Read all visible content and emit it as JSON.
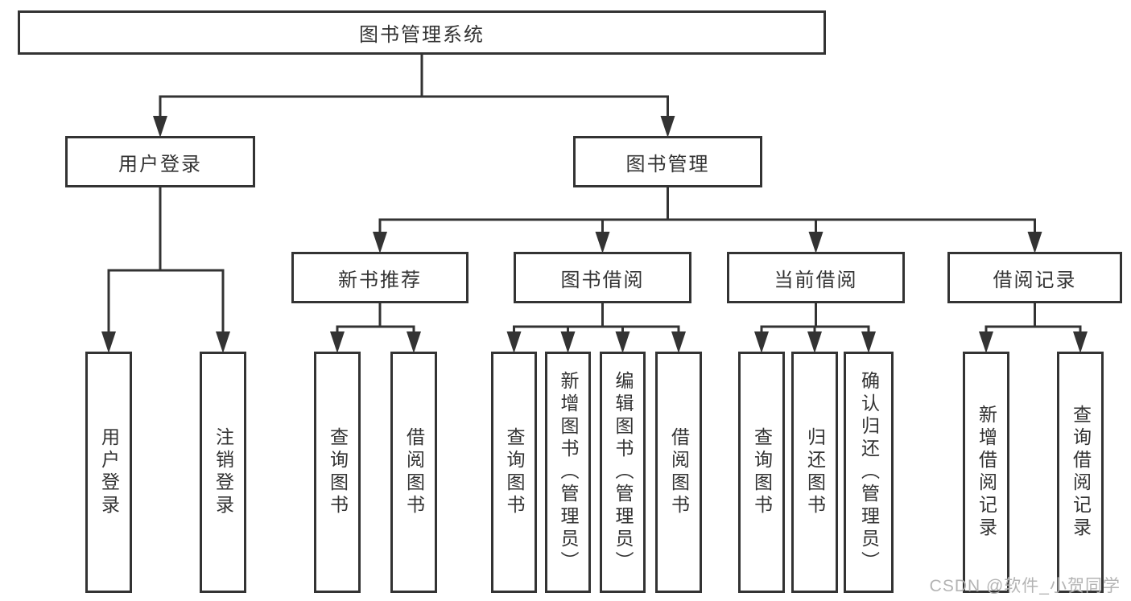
{
  "diagram": {
    "type": "tree",
    "title": "图书管理系统",
    "watermark": "CSDN @软件_小贺同学",
    "colors": {
      "line": "#333333",
      "box_border": "#333333",
      "text": "#333333",
      "watermark": "#b4b4b4",
      "background": "#ffffff"
    },
    "nodes": {
      "root": {
        "label": "图书管理系统"
      },
      "user_login": {
        "label": "用户登录"
      },
      "book_mgmt": {
        "label": "图书管理"
      },
      "new_book_rec": {
        "label": "新书推荐"
      },
      "book_borrow": {
        "label": "图书借阅"
      },
      "current_borrow": {
        "label": "当前借阅"
      },
      "borrow_record": {
        "label": "借阅记录"
      },
      "leaf_user_login": {
        "label": "用户登录"
      },
      "leaf_logout": {
        "label": "注销登录"
      },
      "leaf_query_book_1": {
        "label": "查询图书"
      },
      "leaf_borrow_book_1": {
        "label": "借阅图书"
      },
      "leaf_query_book_2": {
        "label": "查询图书"
      },
      "leaf_add_book": {
        "label": "新增图书（管理员）"
      },
      "leaf_edit_book": {
        "label": "编辑图书（管理员）"
      },
      "leaf_borrow_book_2": {
        "label": "借阅图书"
      },
      "leaf_query_book_3": {
        "label": "查询图书"
      },
      "leaf_return_book": {
        "label": "归还图书"
      },
      "leaf_confirm_return": {
        "label": "确认归还（管理员）"
      },
      "leaf_add_record": {
        "label": "新增借阅记录"
      },
      "leaf_query_record": {
        "label": "查询借阅记录"
      }
    },
    "edges": [
      {
        "from": "root",
        "to": [
          "user_login",
          "book_mgmt"
        ]
      },
      {
        "from": "user_login",
        "to": [
          "leaf_user_login",
          "leaf_logout"
        ]
      },
      {
        "from": "book_mgmt",
        "to": [
          "new_book_rec",
          "book_borrow",
          "current_borrow",
          "borrow_record"
        ]
      },
      {
        "from": "new_book_rec",
        "to": [
          "leaf_query_book_1",
          "leaf_borrow_book_1"
        ]
      },
      {
        "from": "book_borrow",
        "to": [
          "leaf_query_book_2",
          "leaf_add_book",
          "leaf_edit_book",
          "leaf_borrow_book_2"
        ]
      },
      {
        "from": "current_borrow",
        "to": [
          "leaf_query_book_3",
          "leaf_return_book",
          "leaf_confirm_return"
        ]
      },
      {
        "from": "borrow_record",
        "to": [
          "leaf_add_record",
          "leaf_query_record"
        ]
      }
    ]
  }
}
